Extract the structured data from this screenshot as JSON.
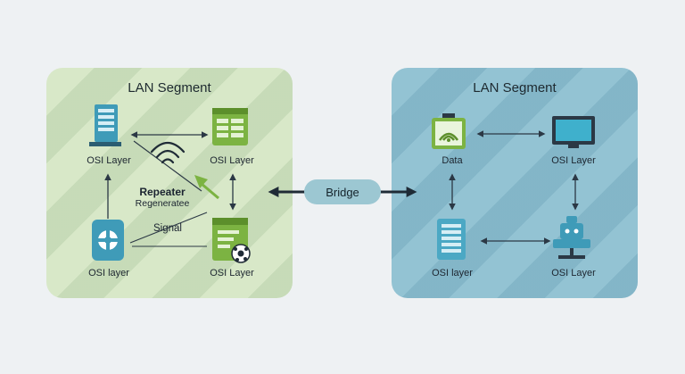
{
  "left": {
    "title": "LAN Segment",
    "nodes": {
      "top_left": "OSI Layer",
      "top_right": "OSI Layer",
      "bottom_left": "OSI layer",
      "bottom_right": "OSI Layer"
    },
    "repeater": "Repeater",
    "regenerate": "Regeneratee",
    "signal": "Signal"
  },
  "right": {
    "title": "LAN Segment",
    "nodes": {
      "top_left": "Data",
      "top_right": "OSI Layer",
      "bottom_left": "OSI layer",
      "bottom_right": "OSI Layer"
    }
  },
  "bridge": "Bridge",
  "colors": {
    "left_panel": "#d8e8c8",
    "right_panel": "#93c3d3",
    "green_accent": "#7cb342",
    "blue_accent": "#3f9bb8",
    "arrow": "#2b3845"
  }
}
